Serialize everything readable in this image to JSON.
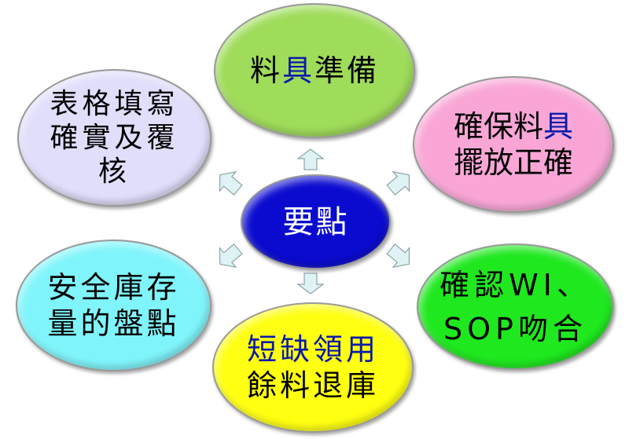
{
  "diagram": {
    "center": {
      "label": "要點",
      "color": "#0b0bd0",
      "text_color": "#ffffff"
    },
    "nodes": [
      {
        "id": "top",
        "lines": [
          [
            {
              "t": "料"
            },
            {
              "t": "具",
              "hl": true
            },
            {
              "t": "準備"
            }
          ]
        ],
        "color": "#9fdc5a",
        "plain_lines": [
          "料具準備"
        ]
      },
      {
        "id": "top-right",
        "lines": [
          [
            {
              "t": "確保料"
            },
            {
              "t": "具",
              "hl": true
            }
          ],
          [
            {
              "t": "擺放正確"
            }
          ]
        ],
        "color": "#f9a6d6",
        "plain_lines": [
          "確保料具",
          "擺放正確"
        ]
      },
      {
        "id": "bottom-right",
        "lines": [
          [
            {
              "t": "確認WI、"
            }
          ],
          [
            {
              "t": "SOP吻合"
            }
          ]
        ],
        "color": "#1fe81f",
        "plain_lines": [
          "確認WI、",
          "SOP吻合"
        ]
      },
      {
        "id": "bottom",
        "lines": [
          [
            {
              "t": "短缺領用",
              "hl": true
            }
          ],
          [
            {
              "t": "餘料退庫"
            }
          ]
        ],
        "color": "#ffff12",
        "plain_lines": [
          "短缺領用",
          "餘料退庫"
        ]
      },
      {
        "id": "bottom-left",
        "lines": [
          [
            {
              "t": "安全庫存"
            }
          ],
          [
            {
              "t": "量的盤點"
            }
          ]
        ],
        "color": "#7ff5fb",
        "plain_lines": [
          "安全庫存",
          "量的盤點"
        ]
      },
      {
        "id": "top-left",
        "lines": [
          [
            {
              "t": "表格填寫"
            }
          ],
          [
            {
              "t": "確實及覆"
            }
          ],
          [
            {
              "t": "核"
            }
          ]
        ],
        "color": "#e0defa",
        "plain_lines": [
          "表格填寫",
          "確實及覆",
          "核"
        ]
      }
    ],
    "highlight_color": "#0a1aa8",
    "arrow_color": "#dff3f6",
    "arrows": [
      "up",
      "up-right",
      "down-right",
      "down",
      "down-left",
      "up-left"
    ]
  }
}
